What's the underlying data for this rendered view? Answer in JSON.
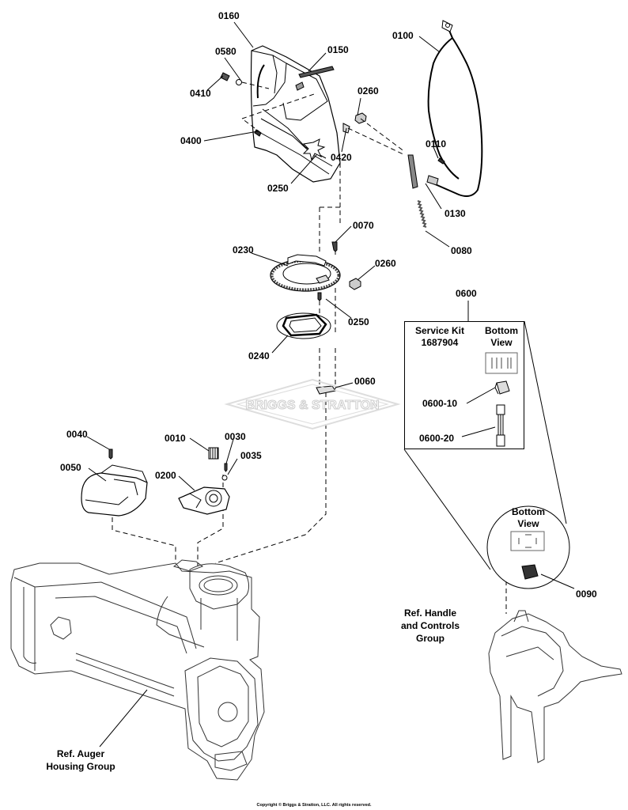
{
  "parts": {
    "p0160": "0160",
    "p0580": "0580",
    "p0150": "0150",
    "p0410": "0410",
    "p0260a": "0260",
    "p0400": "0400",
    "p0420": "0420",
    "p0250a": "0250",
    "p0100": "0100",
    "p0110": "0110",
    "p0130": "0130",
    "p0080": "0080",
    "p0070": "0070",
    "p0230": "0230",
    "p0260b": "0260",
    "p0250b": "0250",
    "p0240": "0240",
    "p0060": "0060",
    "p0040": "0040",
    "p0050": "0050",
    "p0010": "0010",
    "p0030": "0030",
    "p0035": "0035",
    "p0200": "0200",
    "p0600": "0600",
    "p0600_10": "0600-10",
    "p0600_20": "0600-20",
    "p0090": "0090"
  },
  "service_kit": {
    "title_line1": "Service Kit",
    "title_line2": "1687904",
    "bottom_view_line1": "Bottom",
    "bottom_view_line2": "View"
  },
  "detail_circle": {
    "line1": "Bottom",
    "line2": "View"
  },
  "refs": {
    "handle_line1": "Ref. Handle",
    "handle_line2": "and Controls",
    "handle_line3": "Group",
    "auger_line1": "Ref. Auger",
    "auger_line2": "Housing Group"
  },
  "watermark": "BRIGGS & STRATTON",
  "copyright": "Copyright © Briggs & Stratton, LLC. All rights reserved."
}
